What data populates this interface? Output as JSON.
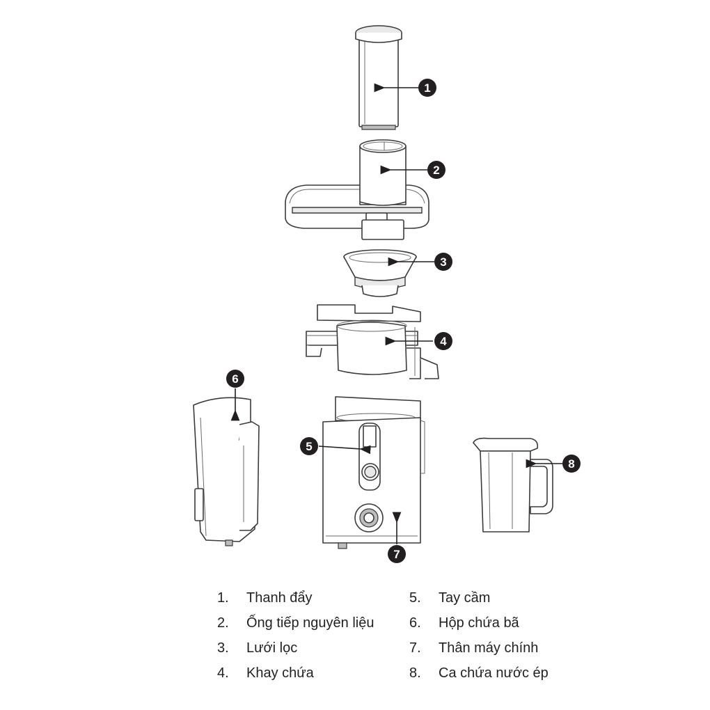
{
  "legend": {
    "items": [
      {
        "number": "1.",
        "label": "Thanh đẩy"
      },
      {
        "number": "2.",
        "label": "Ống tiếp nguyên liệu"
      },
      {
        "number": "3.",
        "label": "Lưới lọc"
      },
      {
        "number": "4.",
        "label": "Khay chứa"
      },
      {
        "number": "5.",
        "label": "Tay cầm"
      },
      {
        "number": "6.",
        "label": "Hộp chứa bã"
      },
      {
        "number": "7.",
        "label": "Thân máy chính"
      },
      {
        "number": "8.",
        "label": "Ca chứa nước ép"
      }
    ]
  },
  "callouts": [
    "1",
    "2",
    "3",
    "4",
    "5",
    "6",
    "7",
    "8"
  ],
  "colors": {
    "callout_fill": "#231f20",
    "line": "#3a3a3a",
    "background": "#ffffff"
  }
}
